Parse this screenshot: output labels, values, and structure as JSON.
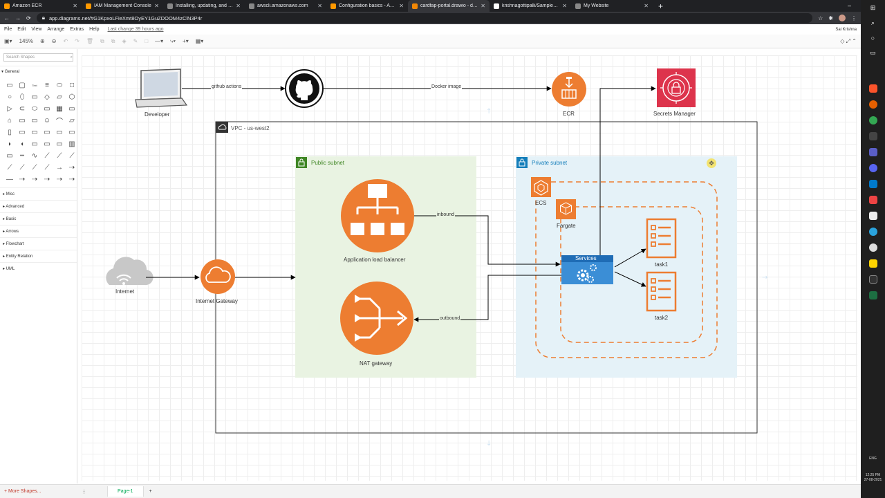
{
  "browser": {
    "tabs": [
      {
        "label": "Amazon ECR",
        "color": "#ff9900"
      },
      {
        "label": "IAM Management Console",
        "color": "#ff9900"
      },
      {
        "label": "Installing, updating, and uninstal",
        "color": "#888888"
      },
      {
        "label": "awscli.amazonaws.com",
        "color": "#888888"
      },
      {
        "label": "Configuration basics - AWS Com",
        "color": "#ff9900"
      },
      {
        "label": "cardfap-portal.drawio - diagram",
        "color": "#f08705"
      },
      {
        "label": "krishnagottipalli/SampleDjango",
        "color": "#ffffff"
      },
      {
        "label": "My Website",
        "color": "#888888"
      }
    ],
    "url": "app.diagrams.net/#G1KpxoLFieXmt8OyEY1GuZDOOM4zClN3P4r"
  },
  "menu": {
    "items": [
      "File",
      "Edit",
      "View",
      "Arrange",
      "Extras",
      "Help"
    ],
    "last_change": "Last change 39 hours ago",
    "user": "Sai Krishna"
  },
  "toolbar": {
    "zoom": "145%"
  },
  "sidebar": {
    "search_placeholder": "Search Shapes",
    "general": "General",
    "sections": [
      "Misc",
      "Advanced",
      "Basic",
      "Arrows",
      "Flowchart",
      "Entity Relation",
      "UML"
    ],
    "more_shapes": "+ More Shapes..."
  },
  "pages": {
    "current": "Page-1"
  },
  "diagram": {
    "developer": "Developer",
    "github_actions": "github actions",
    "docker_image": "Docker image",
    "ecr": "ECR",
    "secrets_manager": "Secrets Manager",
    "vpc": "VPC - us-west2",
    "public_subnet": "Public subnet",
    "private_subnet": "Private subnet",
    "alb": "Application load balancer",
    "nat": "NAT gateway",
    "inbound": "inbound",
    "outbound": "outbound",
    "ecs": "ECS",
    "fargate": "Fargate",
    "services": "Services",
    "task1": "task1",
    "task2": "task2",
    "internet": "Internet",
    "igw": "Internet Gateway"
  },
  "colors": {
    "aws_orange": "#ed7d31",
    "secrets_red": "#dd344c",
    "public_subnet_bg": "#e9f3e2",
    "private_subnet_bg": "#e5f2f8",
    "public_green": "#3f8624",
    "private_blue": "#147eba",
    "services_blue": "#3b8ed6"
  },
  "taskbar": {
    "lang": "ENG",
    "time": "12:25 PM",
    "date": "27-08-2021"
  }
}
